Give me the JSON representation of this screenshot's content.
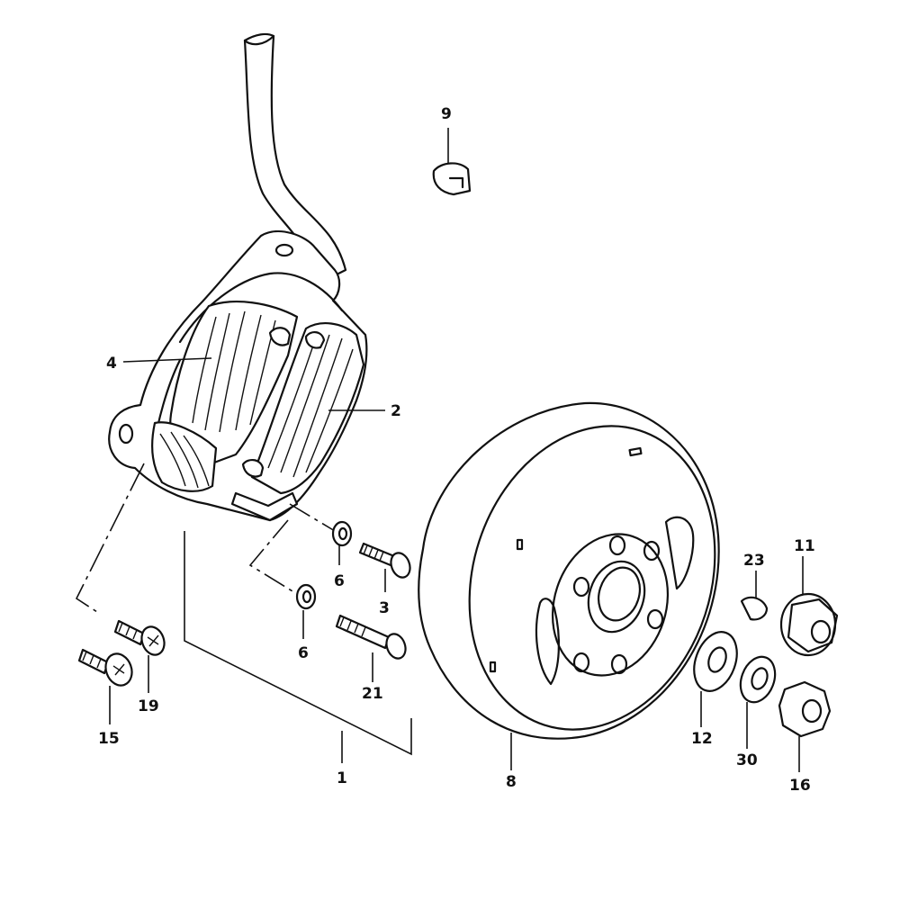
{
  "callouts": {
    "c1": "1",
    "c2": "2",
    "c3": "3",
    "c4": "4",
    "c6a": "6",
    "c6b": "6",
    "c8": "8",
    "c9": "9",
    "c11": "11",
    "c12": "12",
    "c15": "15",
    "c16": "16",
    "c19": "19",
    "c21": "21",
    "c23": "23",
    "c30": "30"
  },
  "colors": {
    "ink": "#111111",
    "paper": "#ffffff"
  }
}
